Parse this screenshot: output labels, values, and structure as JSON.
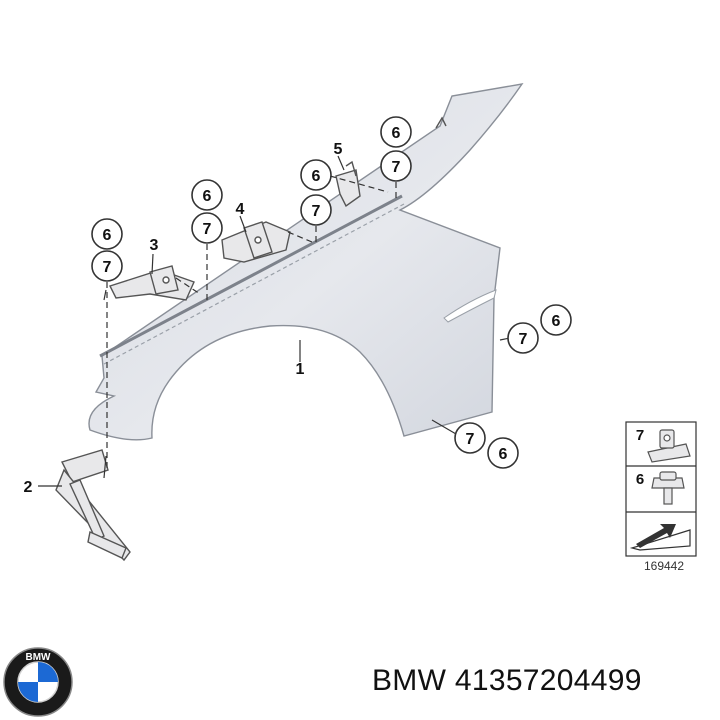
{
  "callouts": {
    "fender": "1",
    "lower_bracket": "2",
    "front_bracket": "3",
    "middle_bracket": "4",
    "rear_bracket": "5",
    "nut": "6",
    "screw": "7"
  },
  "legend": {
    "top_label": "7",
    "middle_label": "6",
    "reference_number": "169442"
  },
  "footer": {
    "brand_name": "BMW",
    "part_number": "41357204499",
    "caption": "BMW 41357204499"
  },
  "logo": {
    "letters": "BMW",
    "colors": {
      "ring": "#1a1a1a",
      "blue": "#1c69d4",
      "white": "#ffffff"
    }
  },
  "colors": {
    "fender_fill": "#e1e4ea",
    "line": "#333333"
  }
}
